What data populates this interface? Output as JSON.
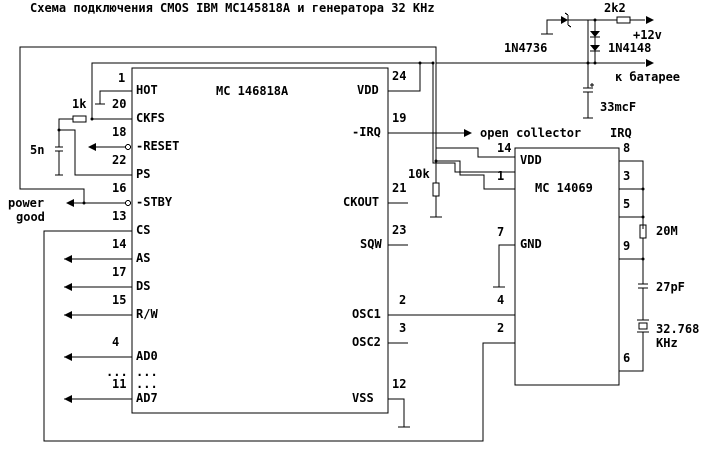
{
  "title": "Схема подключения CMOS IBM MC145818A и генератора 32 KHz",
  "colors": {
    "ink": "#000000",
    "background": "#ffffff"
  },
  "chip1": {
    "name": "MC 146818A",
    "pins": {
      "hot": {
        "num": "1",
        "label": "HOT"
      },
      "p20": {
        "num": "20"
      },
      "ckfs": {
        "label": "CKFS"
      },
      "reset": {
        "num": "18",
        "label": "-RESET"
      },
      "ps": {
        "num": "22",
        "label": "PS"
      },
      "stby": {
        "num": "16",
        "label": "-STBY"
      },
      "cs": {
        "num": "13",
        "label": "CS"
      },
      "as": {
        "num": "14",
        "label": "AS"
      },
      "ds": {
        "num": "17",
        "label": "DS"
      },
      "rw": {
        "num": "15",
        "label": "R/W"
      },
      "ad0": {
        "num": "4",
        "label": "AD0"
      },
      "dots_num": "...",
      "dots_label": "...",
      "ad7": {
        "num": "11",
        "label": "AD7"
      },
      "dots2": "...",
      "vdd": {
        "num": "24",
        "label": "VDD"
      },
      "irq": {
        "num": "19",
        "label": "-IRQ"
      },
      "ckout": {
        "num": "21",
        "label": "CKOUT"
      },
      "sqw": {
        "num": "23",
        "label": "SQW"
      },
      "osc1": {
        "num": "2",
        "label": "OSC1"
      },
      "osc2": {
        "num": "3",
        "label": "OSC2"
      },
      "vss": {
        "num": "12",
        "label": "VSS"
      }
    }
  },
  "chip2": {
    "name": "MC 14069",
    "pins": {
      "vdd": {
        "num": "14",
        "label": "VDD"
      },
      "in1": {
        "num": "1"
      },
      "gnd": {
        "num": "7",
        "label": "GND"
      },
      "p4": {
        "num": "4"
      },
      "p2": {
        "num": "2"
      },
      "p8": {
        "num": "8"
      },
      "p3": {
        "num": "3"
      },
      "p5": {
        "num": "5"
      },
      "p9": {
        "num": "9"
      },
      "p6": {
        "num": "6"
      }
    }
  },
  "components": {
    "r_1k": "1k",
    "c_5n": "5n",
    "r_10k": "10k",
    "r_2k2": "2k2",
    "zener": "1N4736",
    "diodes": "1N4148",
    "c_33": "33mcF",
    "r_20m": "20M",
    "c_27": "27pF",
    "xtal_freq": "32.768",
    "xtal_unit": "KHz"
  },
  "signals": {
    "plus12": "+12v",
    "battery": "к батарее",
    "open_collector": "open collector",
    "irq": "IRQ",
    "power_good_1": "power",
    "power_good_2": "good"
  }
}
